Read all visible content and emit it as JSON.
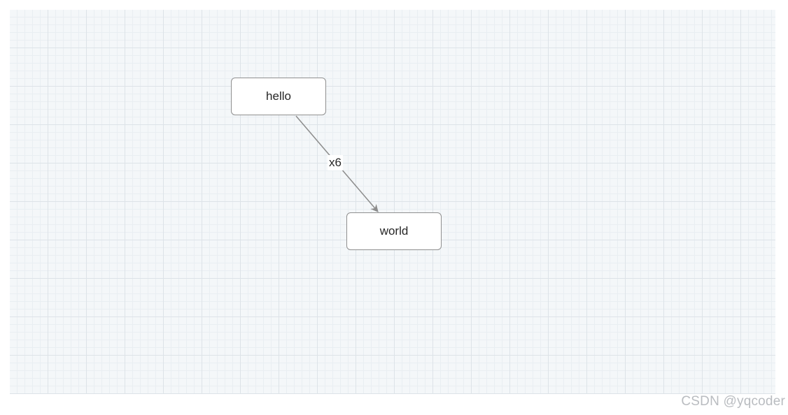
{
  "diagram": {
    "nodes": [
      {
        "id": "hello",
        "label": "hello"
      },
      {
        "id": "world",
        "label": "world"
      }
    ],
    "edges": [
      {
        "source": "hello",
        "target": "world",
        "label": "x6"
      }
    ],
    "colors": {
      "grid_background": "#f4f7f9",
      "node_fill": "#ffffff",
      "node_stroke": "#8f8f8f",
      "edge_stroke": "#8c8c8c"
    }
  },
  "watermark": "CSDN @yqcoder"
}
